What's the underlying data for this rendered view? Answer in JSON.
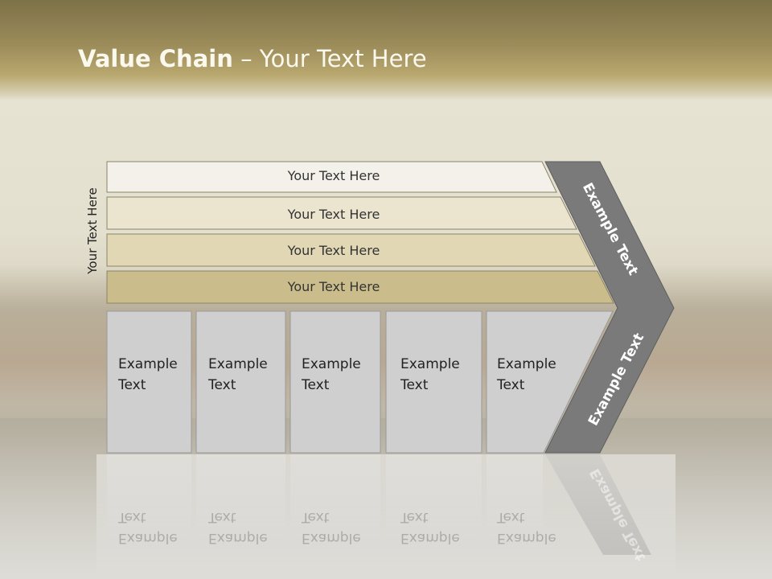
{
  "slide": {
    "title_bold": "Value Chain",
    "title_rest": " – Your Text Here",
    "side_label": "Your Text Here"
  },
  "bars": [
    {
      "label": "Your Text Here",
      "color": "#f3f1ea"
    },
    {
      "label": "Your Text Here",
      "color": "#ebe4cf"
    },
    {
      "label": "Your Text Here",
      "color": "#e1d7b5"
    },
    {
      "label": "Your Text Here",
      "color": "#cbbd8b"
    }
  ],
  "boxes": [
    {
      "line1": "Example",
      "line2": "Text"
    },
    {
      "line1": "Example",
      "line2": "Text"
    },
    {
      "line1": "Example",
      "line2": "Text"
    },
    {
      "line1": "Example",
      "line2": "Text"
    },
    {
      "line1": "Example",
      "line2": "Text"
    }
  ],
  "chevron": {
    "upper_label": "Example Text",
    "lower_label": "Example Text",
    "color": "#7a7a7a"
  },
  "colors": {
    "box_fill": "#cfcfcf",
    "header_gold": "#9c8c5a"
  }
}
